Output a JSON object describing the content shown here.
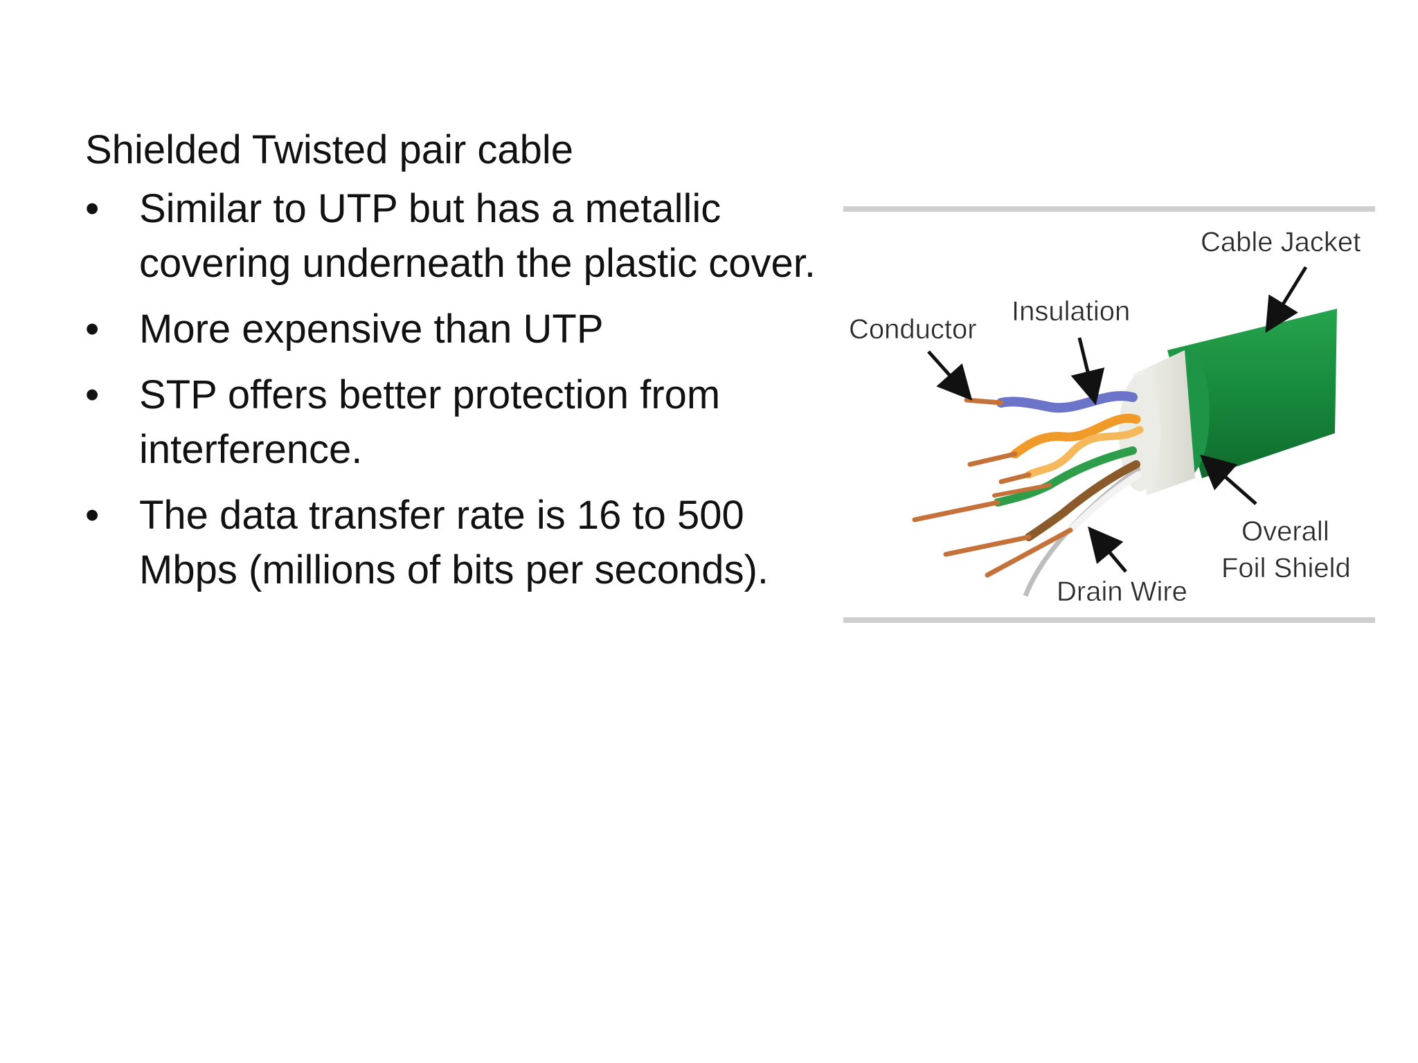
{
  "slide": {
    "heading": "Shielded Twisted pair cable",
    "bullet_symbol": "•",
    "bullets": [
      "Similar to UTP but has a metallic covering underneath the plastic cover.",
      "More expensive than UTP",
      "STP offers better protection from interference.",
      "The data transfer rate is 16 to 500 Mbps (millions of bits per seconds)."
    ]
  },
  "figure": {
    "labels": {
      "cable_jacket": "Cable Jacket",
      "insulation": "Insulation",
      "conductor": "Conductor",
      "overall_foil_shield_line1": "Overall",
      "overall_foil_shield_line2": "Foil Shield",
      "drain_wire": "Drain Wire"
    },
    "colors": {
      "jacket_green": "#17893c",
      "foil": "#e6e6df",
      "conductor_copper": "#c4723a",
      "insulation_blue": "#6c74c9",
      "insulation_orange": "#f09a2a",
      "insulation_green": "#2f9e4a",
      "insulation_brown": "#8a5a2b",
      "frame_gray": "#cfcfcf"
    }
  }
}
